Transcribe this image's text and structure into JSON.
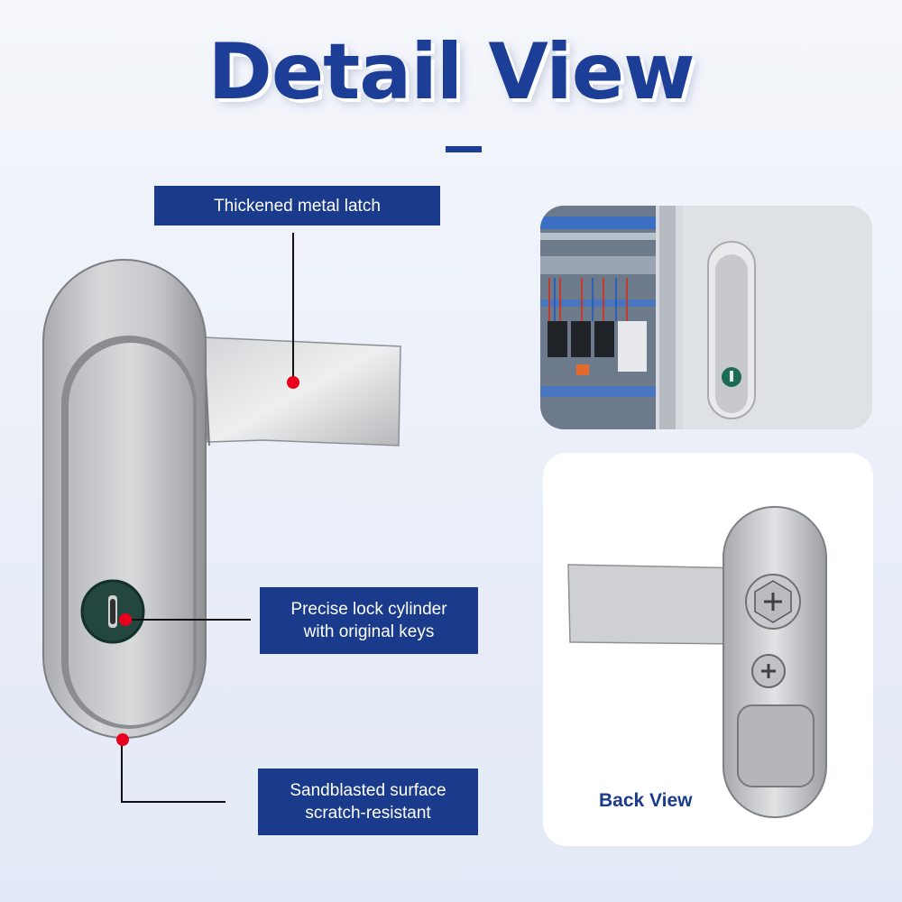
{
  "page": {
    "title": "Detail View",
    "accent_color": "#1d3e96",
    "marker_color": "#e8001c"
  },
  "callouts": {
    "latch": {
      "text": "Thickened metal latch"
    },
    "cylinder": {
      "line1": "Precise lock cylinder",
      "line2": "with original keys"
    },
    "surface": {
      "line1": "Sandblasted surface",
      "line2": "scratch-resistant"
    }
  },
  "images": {
    "main_product": "lock-handle-front-image",
    "installed_photo": "cabinet-installed-photo",
    "back_view": {
      "label": "Back View"
    }
  }
}
